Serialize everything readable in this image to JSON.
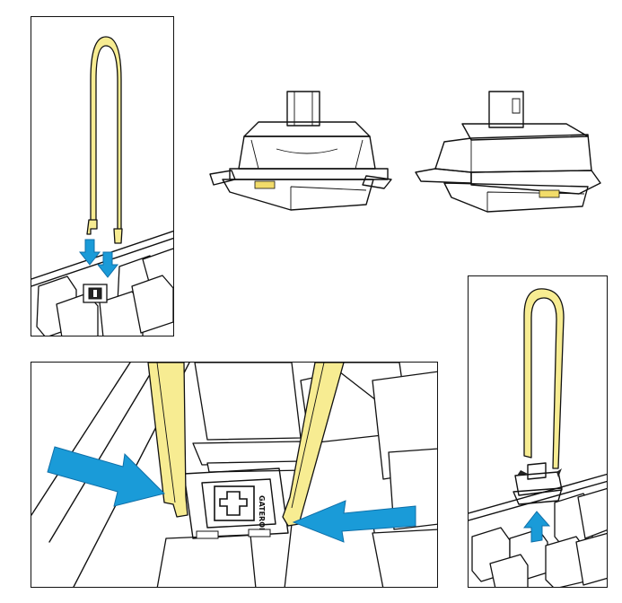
{
  "colors": {
    "tool_fill": "#f7ec92",
    "arrow_fill": "#1a9bd8",
    "latch_fill": "#f2dc6a",
    "line": "#111111"
  },
  "icons": {
    "tool": "switch-puller-tool",
    "arrow": "direction-arrow",
    "switch": "mechanical-switch"
  },
  "housing_stamp": "GATERON"
}
